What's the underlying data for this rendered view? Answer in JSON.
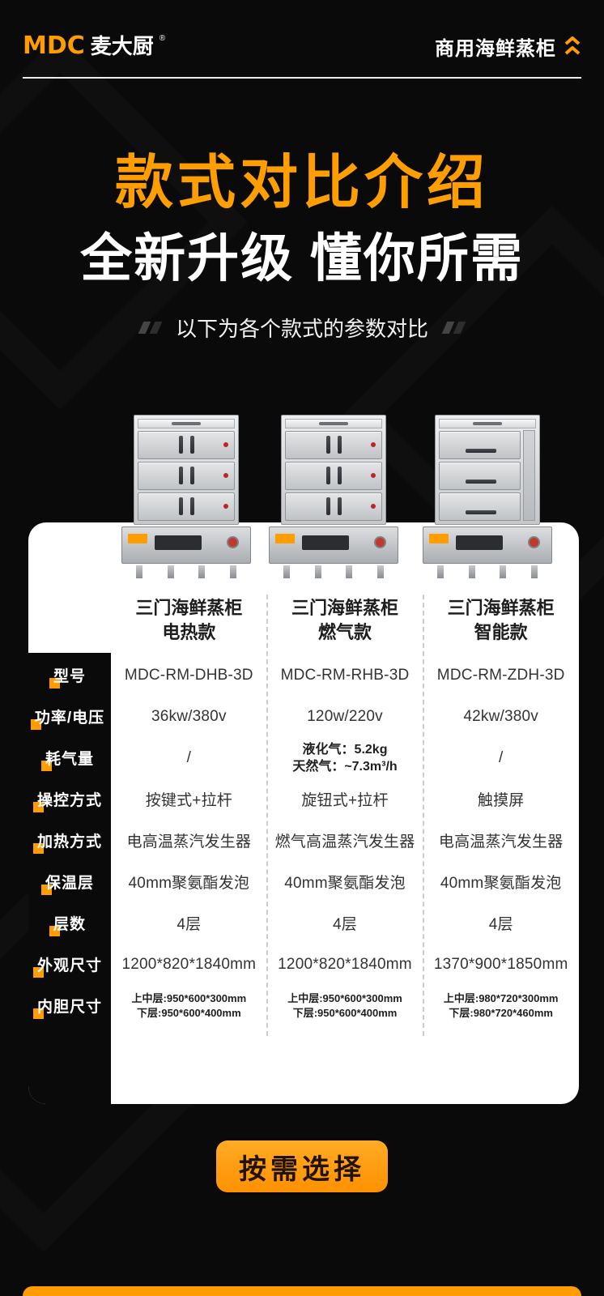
{
  "header": {
    "logo_mdc": "MDC",
    "logo_cn": "麦大厨",
    "reg_mark": "®",
    "section_title": "商用海鲜蒸柜",
    "accent_color": "#ff9c00"
  },
  "hero": {
    "title": "款式对比介绍",
    "subtitle": "全新升级 懂你所需",
    "note": "以下为各个款式的参数对比"
  },
  "comparison": {
    "row_labels": [
      "型号",
      "功率/电压",
      "耗气量",
      "操控方式",
      "加热方式",
      "保温层",
      "层数",
      "外观尺寸",
      "内胆尺寸"
    ],
    "columns": [
      {
        "name_line1": "三门海鲜蒸柜",
        "name_line2": "电热款",
        "model": "MDC-RM-DHB-3D",
        "power": "36kw/380v",
        "gas": "/",
        "control": "按键式+拉杆",
        "heating": "电高温蒸汽发生器",
        "insulation": "40mm聚氨酯发泡",
        "layers": "4层",
        "outer_size": "1200*820*1840mm",
        "inner_top": "上中层:950*600*300mm",
        "inner_bottom": "下层:950*600*400mm"
      },
      {
        "name_line1": "三门海鲜蒸柜",
        "name_line2": "燃气款",
        "model": "MDC-RM-RHB-3D",
        "power": "120w/220v",
        "gas_line1": "液化气：5.2kg",
        "gas_line2": "天然气：~7.3m³/h",
        "control": "旋钮式+拉杆",
        "heating": "燃气高温蒸汽发生器",
        "insulation": "40mm聚氨酯发泡",
        "layers": "4层",
        "outer_size": "1200*820*1840mm",
        "inner_top": "上中层:950*600*300mm",
        "inner_bottom": "下层:950*600*400mm"
      },
      {
        "name_line1": "三门海鲜蒸柜",
        "name_line2": "智能款",
        "model": "MDC-RM-ZDH-3D",
        "power": "42kw/380v",
        "gas": "/",
        "control": "触摸屏",
        "heating": "电高温蒸汽发生器",
        "insulation": "40mm聚氨酯发泡",
        "layers": "4层",
        "outer_size": "1370*900*1850mm",
        "inner_top": "上中层:980*720*300mm",
        "inner_bottom": "下层:980*720*460mm"
      }
    ]
  },
  "cta": {
    "label": "按需选择"
  }
}
